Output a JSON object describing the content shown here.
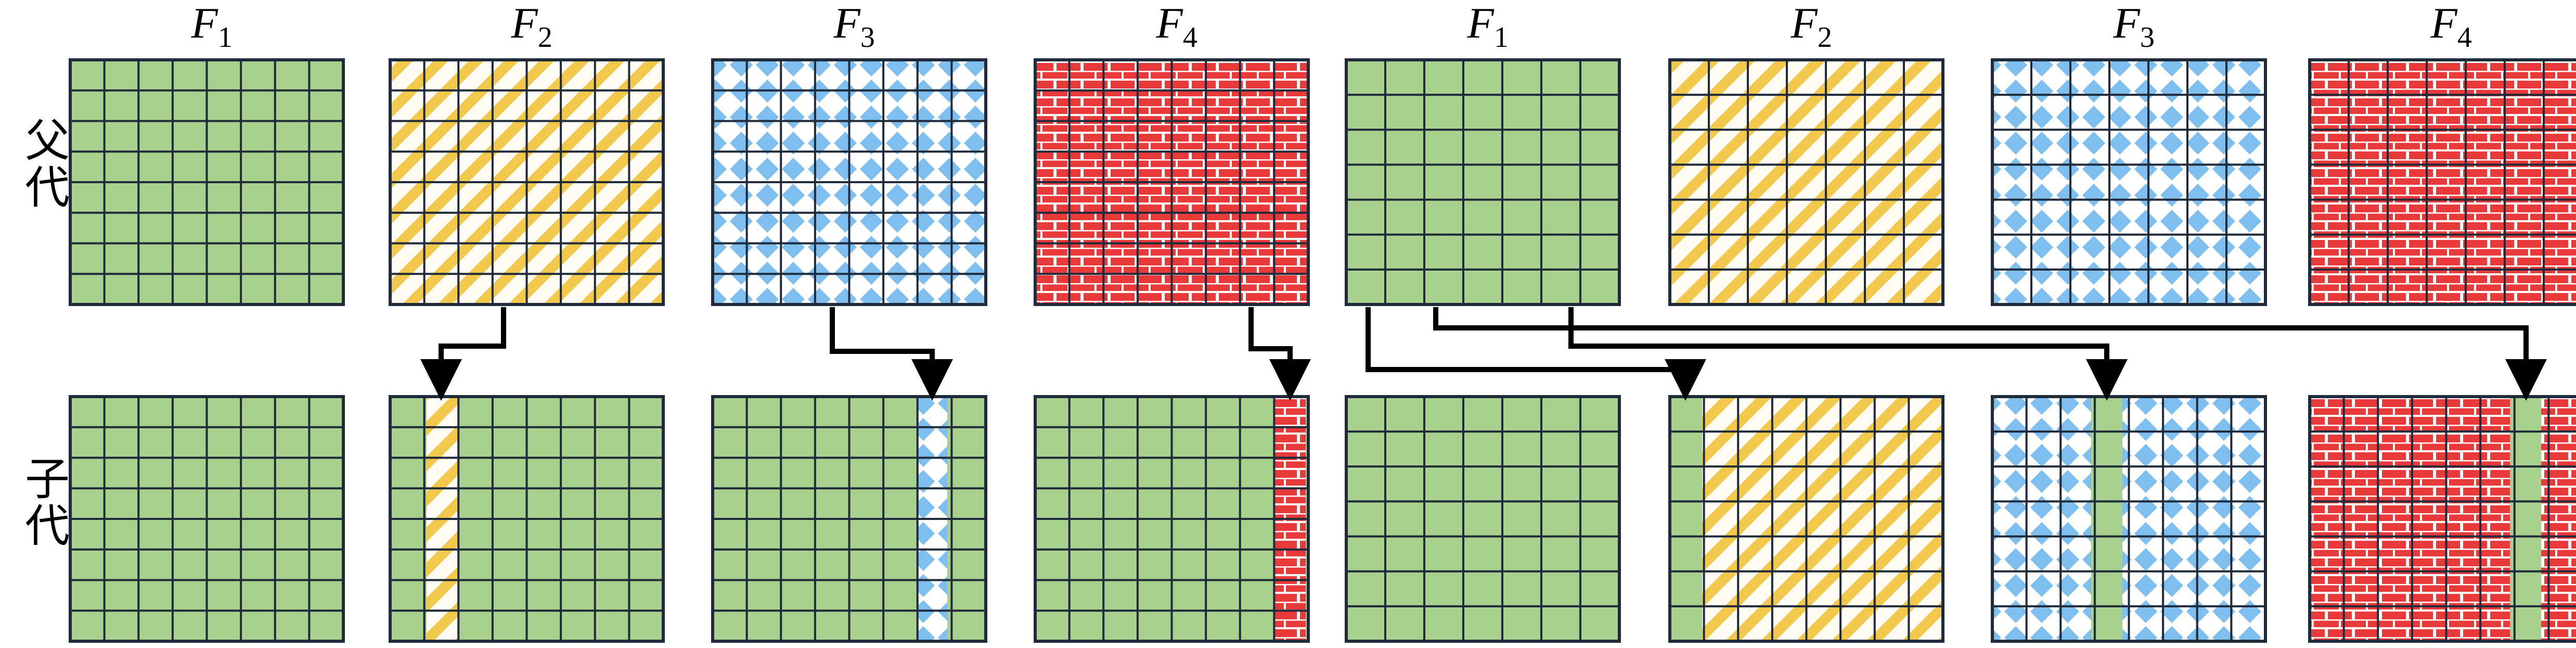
{
  "labels": {
    "parent": "父代",
    "child": "子代"
  },
  "headers": [
    {
      "letter": "F",
      "sub": "1"
    },
    {
      "letter": "F",
      "sub": "2"
    },
    {
      "letter": "F",
      "sub": "3"
    },
    {
      "letter": "F",
      "sub": "4"
    },
    {
      "letter": "F",
      "sub": "1"
    },
    {
      "letter": "F",
      "sub": "2"
    },
    {
      "letter": "F",
      "sub": "3"
    },
    {
      "letter": "F",
      "sub": "4"
    }
  ],
  "colors": {
    "F1": "#a9d18e",
    "F2": "#f2c94c",
    "F3": "#7fbfef",
    "F4": "#e8393b",
    "grid": "#1f2a3a",
    "arrow": "#000000"
  },
  "patterns": [
    "solid-green",
    "diagonal-yellow-stripes",
    "blue-diamond-dots",
    "red-bricks"
  ]
}
